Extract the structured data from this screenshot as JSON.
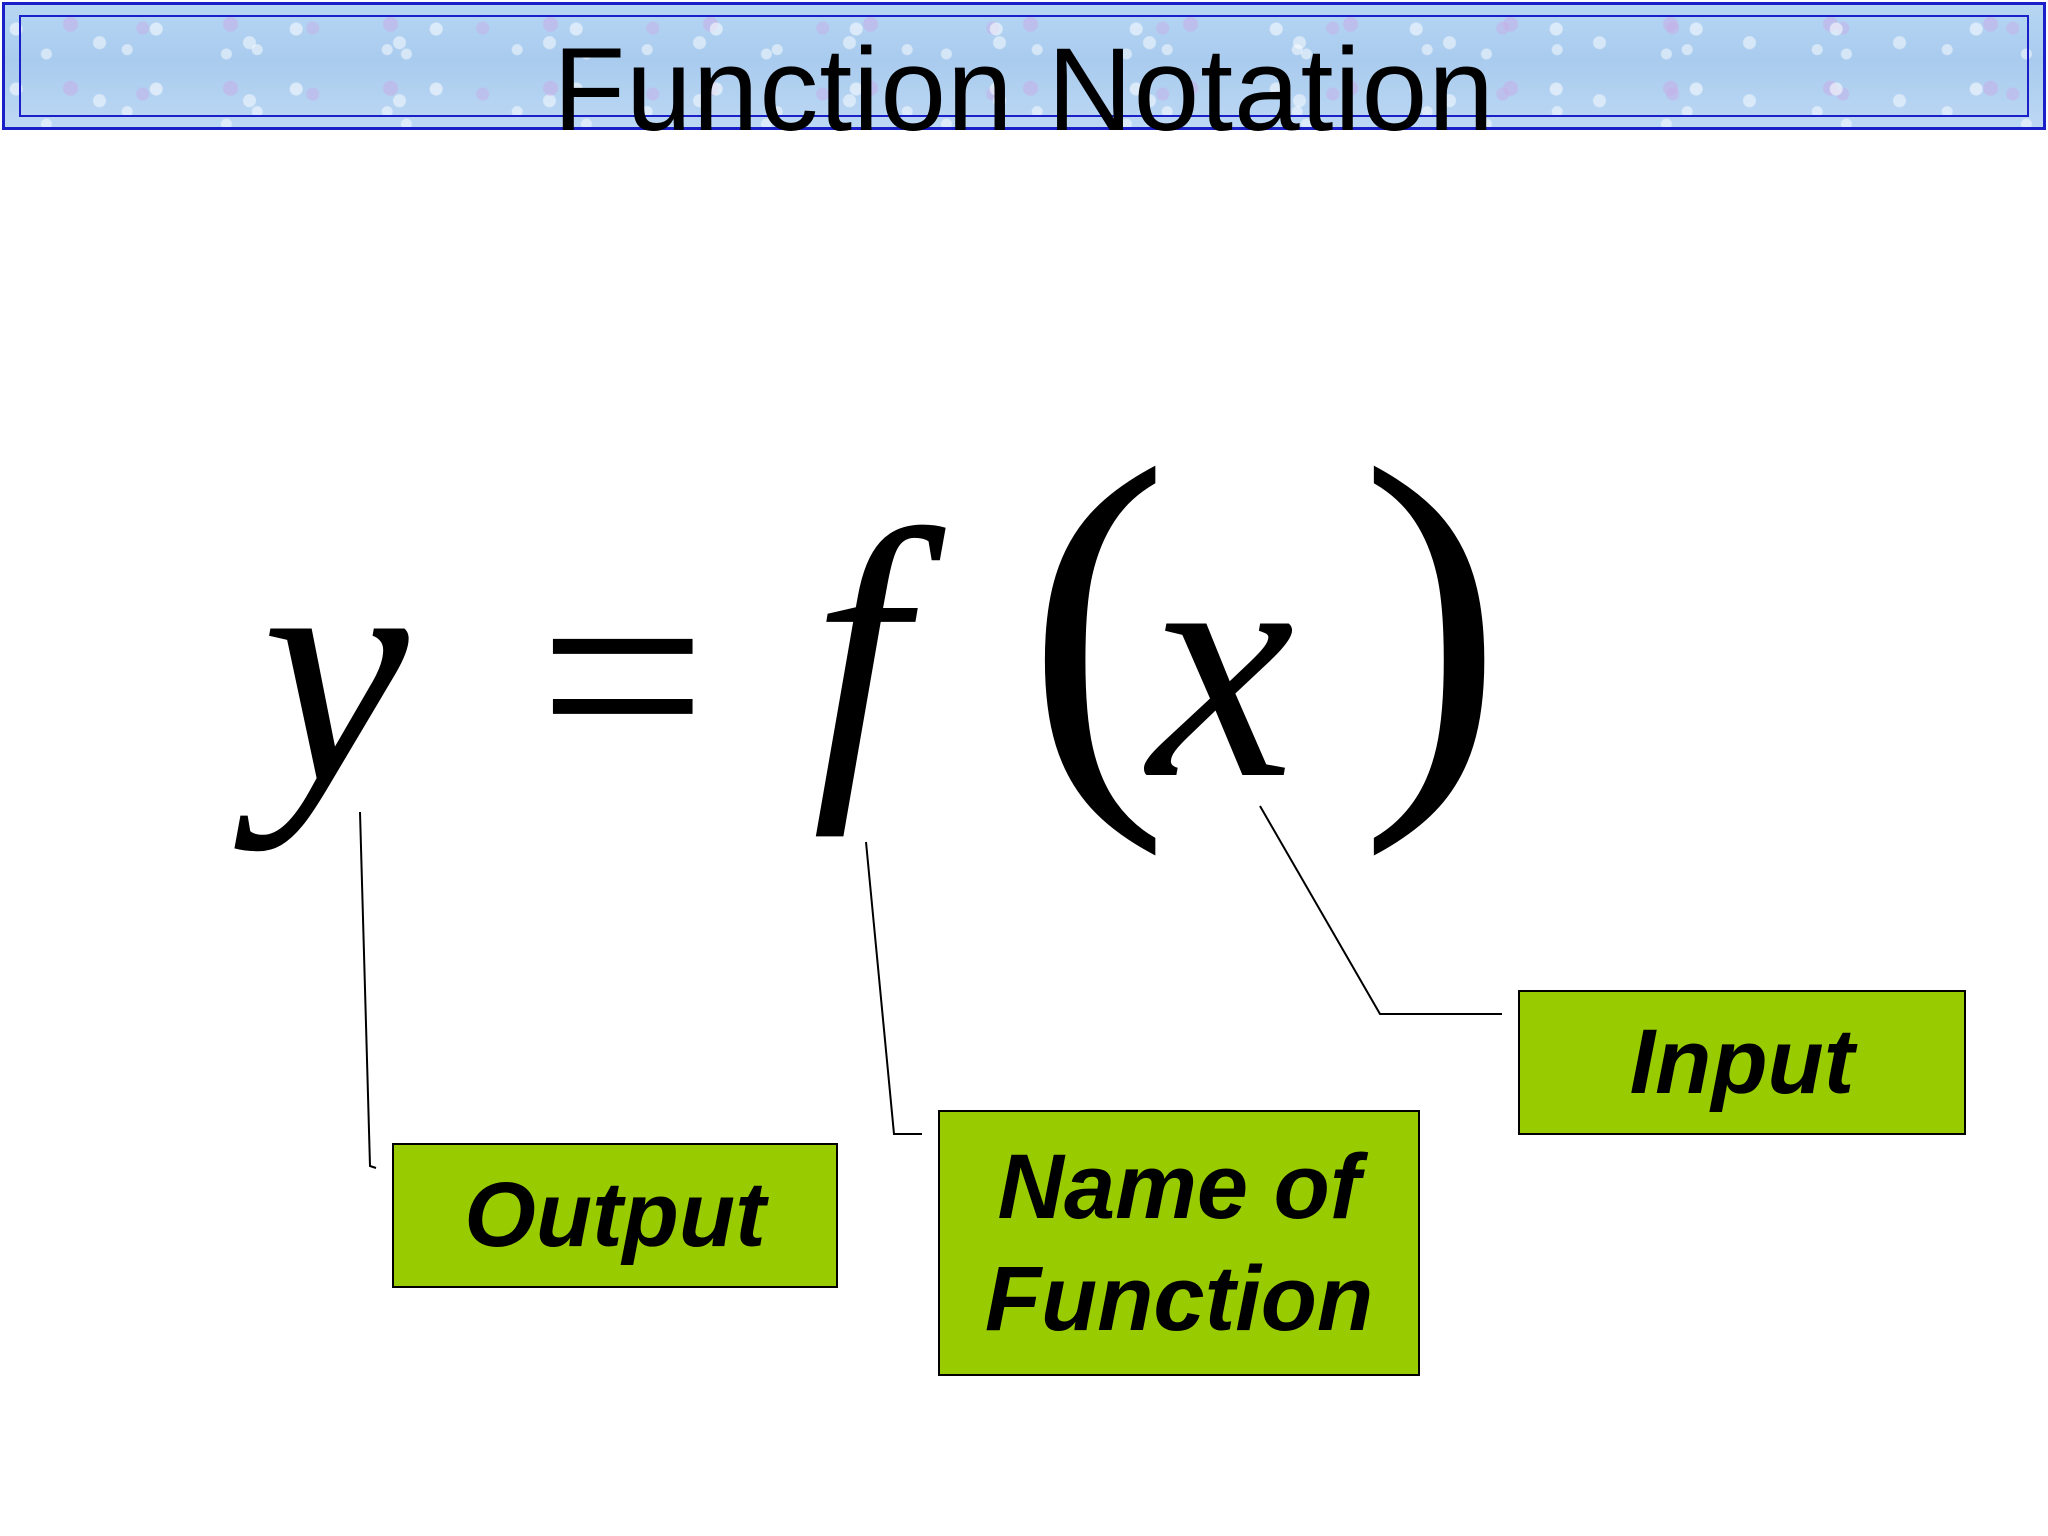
{
  "title": "Function Notation",
  "equation": {
    "output_var": "y",
    "equals": "=",
    "function_name": "f",
    "open_paren": "(",
    "input_var": "x",
    "close_paren": ")"
  },
  "labels": {
    "output": "Output",
    "name_of_function_line1": "Name of",
    "name_of_function_line2": "Function",
    "input": "Input"
  },
  "colors": {
    "label_fill": "#99cc00",
    "title_border": "#1a1fc8",
    "title_fill": "#b6d6f3"
  }
}
